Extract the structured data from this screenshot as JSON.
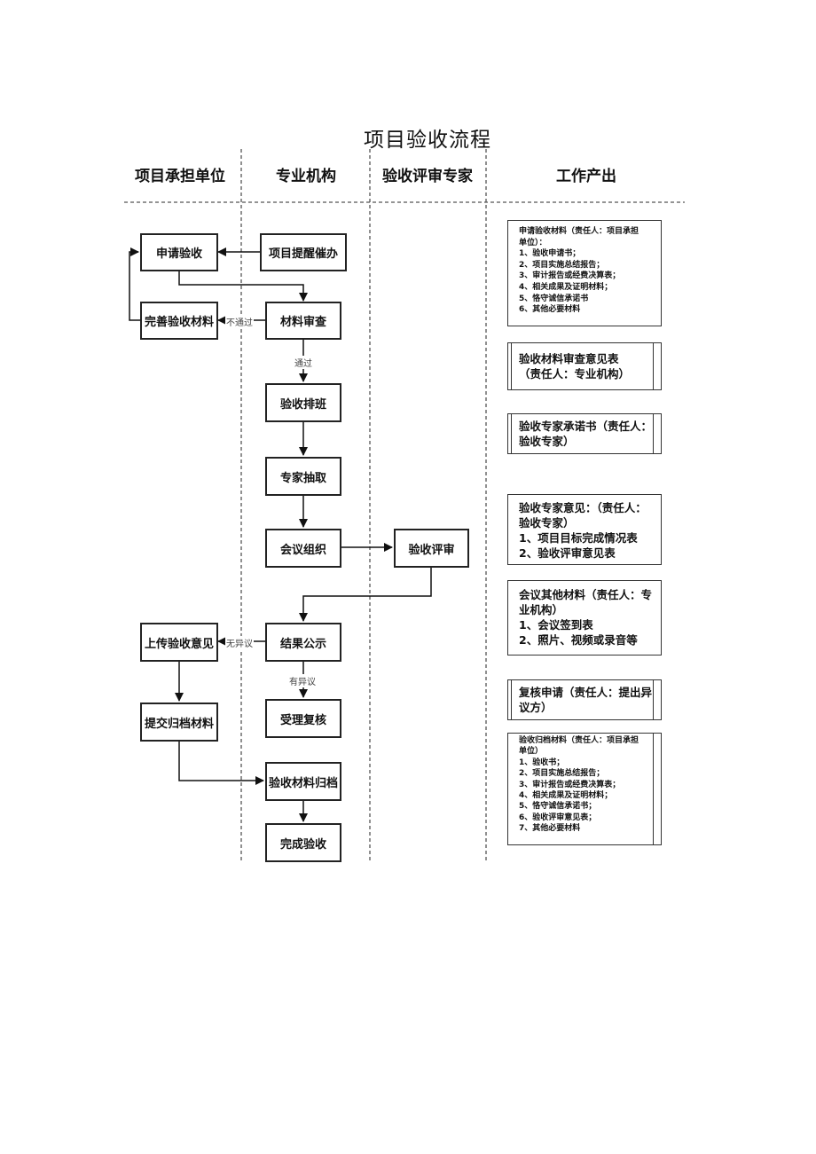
{
  "title": "项目验收流程",
  "columns": [
    "项目承担单位",
    "专业机构",
    "验收评审专家",
    "工作产出"
  ],
  "nodes": {
    "apply": "申请验收",
    "remind": "项目提醒催办",
    "improve": "完善验收材料",
    "review": "材料审查",
    "schedule": "验收排班",
    "draw": "专家抽取",
    "meeting": "会议组织",
    "evaluate": "验收评审",
    "publish": "结果公示",
    "upload": "上传验收意见",
    "recheck": "受理复核",
    "submit": "提交归档材料",
    "archive": "验收材料归档",
    "complete": "完成验收"
  },
  "edge_labels": {
    "not_pass": "不通过",
    "pass": "通过",
    "no_objection": "无异议",
    "objection": "有异议"
  },
  "outputs": [
    [
      "申请验收材料（责任人：项目承担",
      "单位）：",
      "1、验收申请书；",
      "2、项目实施总结报告；",
      "3、审计报告或经费决算表；",
      "4、相关成果及证明材料；",
      "5、恪守诚信承诺书",
      "6、其他必要材料"
    ],
    [
      "验收材料审查意见表",
      "（责任人：专业机构）"
    ],
    [
      "验收专家承诺书（责任人：",
      "验收专家）"
    ],
    [
      "验收专家意见：（责任人：",
      "验收专家）",
      "1、项目目标完成情况表",
      "2、验收评审意见表"
    ],
    [
      "会议其他材料（责任人：专",
      "业机构）",
      "1、会议签到表",
      "2、照片、视频或录音等"
    ],
    [
      "复核申请（责任人：提出异",
      "议方）"
    ],
    [
      "验收归档材料（责任人：项目承担",
      "单位）",
      "1、验收书；",
      "2、项目实施总结报告；",
      "3、审计报告或经费决算表；",
      "4、相关成果及证明材料；",
      "5、恪守诚信承诺书；",
      "6、验收评审意见表；",
      "7、其他必要材料"
    ]
  ]
}
